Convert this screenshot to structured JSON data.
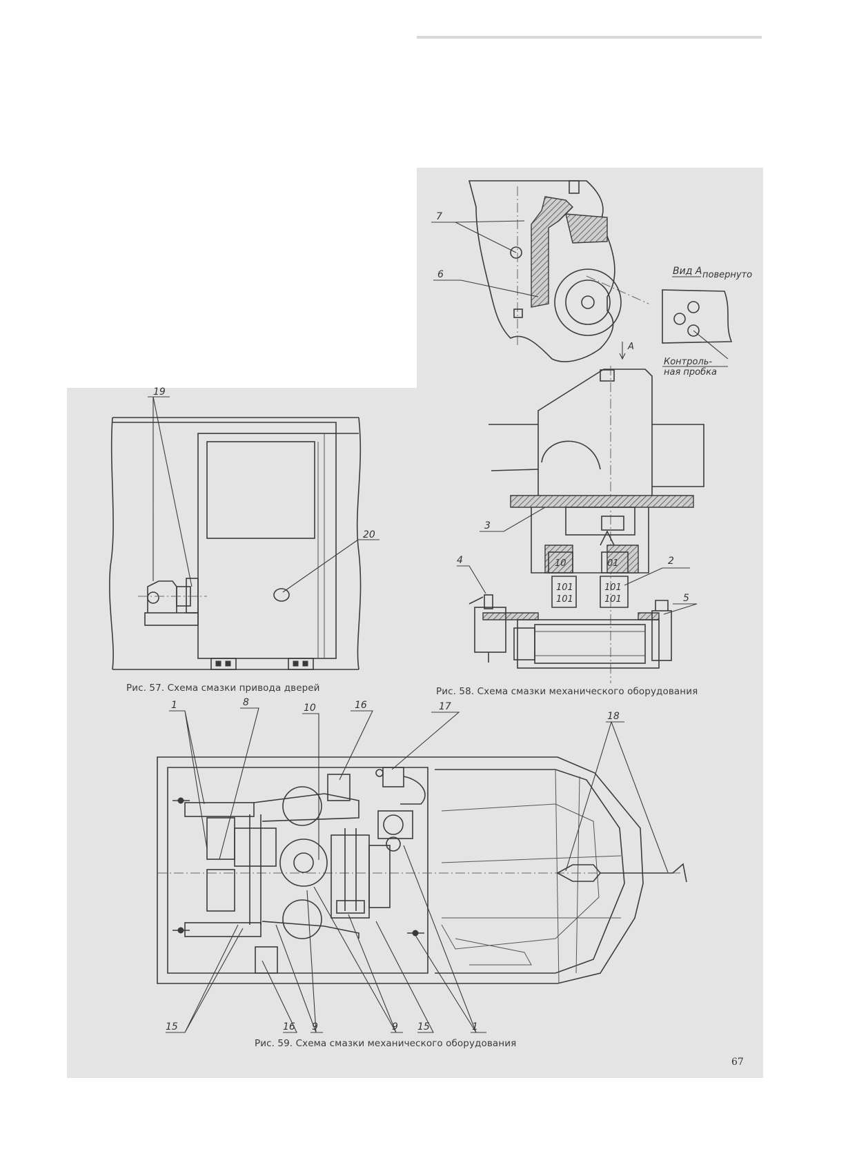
{
  "page": {
    "number": "67"
  },
  "figures": [
    {
      "id": "fig57",
      "caption": "Рис. 57. Схема смазки привода дверей",
      "callouts": [
        "19",
        "20"
      ]
    },
    {
      "id": "fig58",
      "caption": "Рис. 58. Схема смазки механического оборудования",
      "callouts": [
        "7",
        "6",
        "3",
        "4",
        "2",
        "5"
      ],
      "view_label": "Вид А",
      "view_label_suffix": "повернуто",
      "view_arrow": "А",
      "plug_label_line1": "Контроль-",
      "plug_label_line2": "ная пробка",
      "bearing_marks": [
        "10",
        "01",
        "101",
        "101",
        "101",
        "101"
      ]
    },
    {
      "id": "fig59",
      "caption": "Рис. 59. Схема смазки механического оборудования",
      "callouts_top": [
        "1",
        "8",
        "10",
        "16",
        "17",
        "18"
      ],
      "callouts_bottom": [
        "15",
        "16",
        "9",
        "9",
        "15",
        "1"
      ]
    }
  ],
  "colors": {
    "scan_background": "#e4e4e4",
    "ink": "#3b3b3b"
  }
}
